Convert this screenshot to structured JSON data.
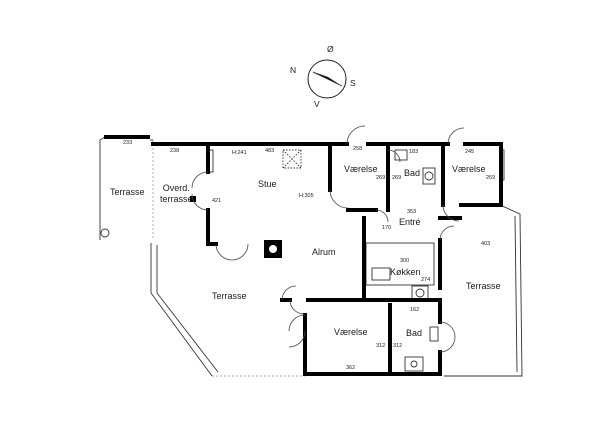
{
  "compass": {
    "north": "N",
    "east": "Ø",
    "south": "S",
    "west": "V"
  },
  "rooms": {
    "terrasse_west": "Terrasse",
    "overdaekket_terrasse": {
      "line1": "Overd.",
      "line2": "terrasse"
    },
    "stue": "Stue",
    "alrum": "Alrum",
    "terrasse_south": "Terrasse",
    "vaerelse_top": "Værelse",
    "bad_top": "Bad",
    "vaerelse_top_right": "Værelse",
    "entre": "Entré",
    "koekken": "Køkken",
    "terrasse_east": "Terrasse",
    "vaerelse_bottom": "Værelse",
    "bad_bottom": "Bad"
  },
  "dimensions": {
    "d233": "233",
    "d238": "238",
    "h241": "H:241",
    "d483": "483",
    "d258": "258",
    "d183": "183",
    "d245": "245",
    "d269a": "269",
    "d269b": "269",
    "d269c": "269",
    "d421": "421",
    "h305": "H:305",
    "d353": "353",
    "d170": "170",
    "d403": "403",
    "d300": "300",
    "d274": "274",
    "d162": "162",
    "d312a": "312",
    "d312b": "312",
    "d362": "362"
  }
}
